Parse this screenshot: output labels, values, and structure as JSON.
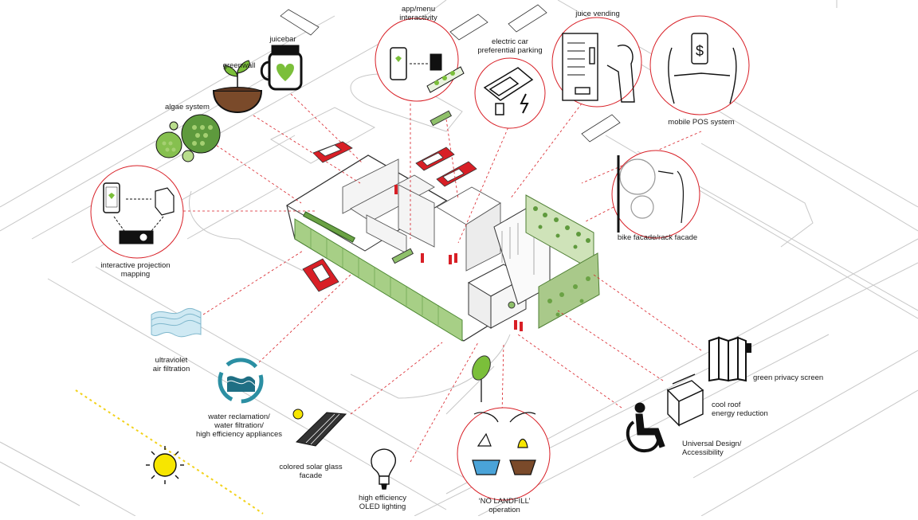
{
  "colors": {
    "accent_red": "#d81f26",
    "leaf_green": "#7bbf3a",
    "sun_yellow": "#f7e600",
    "water_teal": "#2b8fa3",
    "line_gray": "#b8b8b8"
  },
  "labels": {
    "app_menu": "app/menu\ninteractivity",
    "juice_vending": "juice vending",
    "electric_car": "electric car\npreferential parking",
    "juicebar": "juicebar",
    "greenwall": "greenwall",
    "algae": "algae system",
    "mobile_pos": "mobile POS system",
    "bike_facade": "bike facade/rack facade",
    "projection": "interactive projection\nmapping",
    "uv_air": "ultraviolet\nair filtration",
    "water": "water reclamation/\nwater filtration/\nhigh efficiency appliances",
    "solar": "colored solar glass\nfacade",
    "oled": "high efficiency\nOLED lighting",
    "no_landfill": "‘NO LANDFILL’\noperation",
    "privacy": "green privacy screen",
    "cool_roof": "cool roof\nenergy reduction",
    "universal": "Universal Design/\nAccessibility"
  },
  "icons": [
    "phone-icon",
    "menu-board-icon",
    "ev-charger-icon",
    "vending-machine-icon",
    "mobile-payment-icon",
    "jar-heart-icon",
    "plant-soil-icon",
    "algae-cells-icon",
    "bike-rider-icon",
    "projector-icon",
    "air-waves-icon",
    "water-recycle-icon",
    "solar-panel-icon",
    "sun-icon",
    "lightbulb-icon",
    "hands-recycle-icon",
    "folding-screen-icon",
    "roof-box-icon",
    "wheelchair-icon"
  ]
}
